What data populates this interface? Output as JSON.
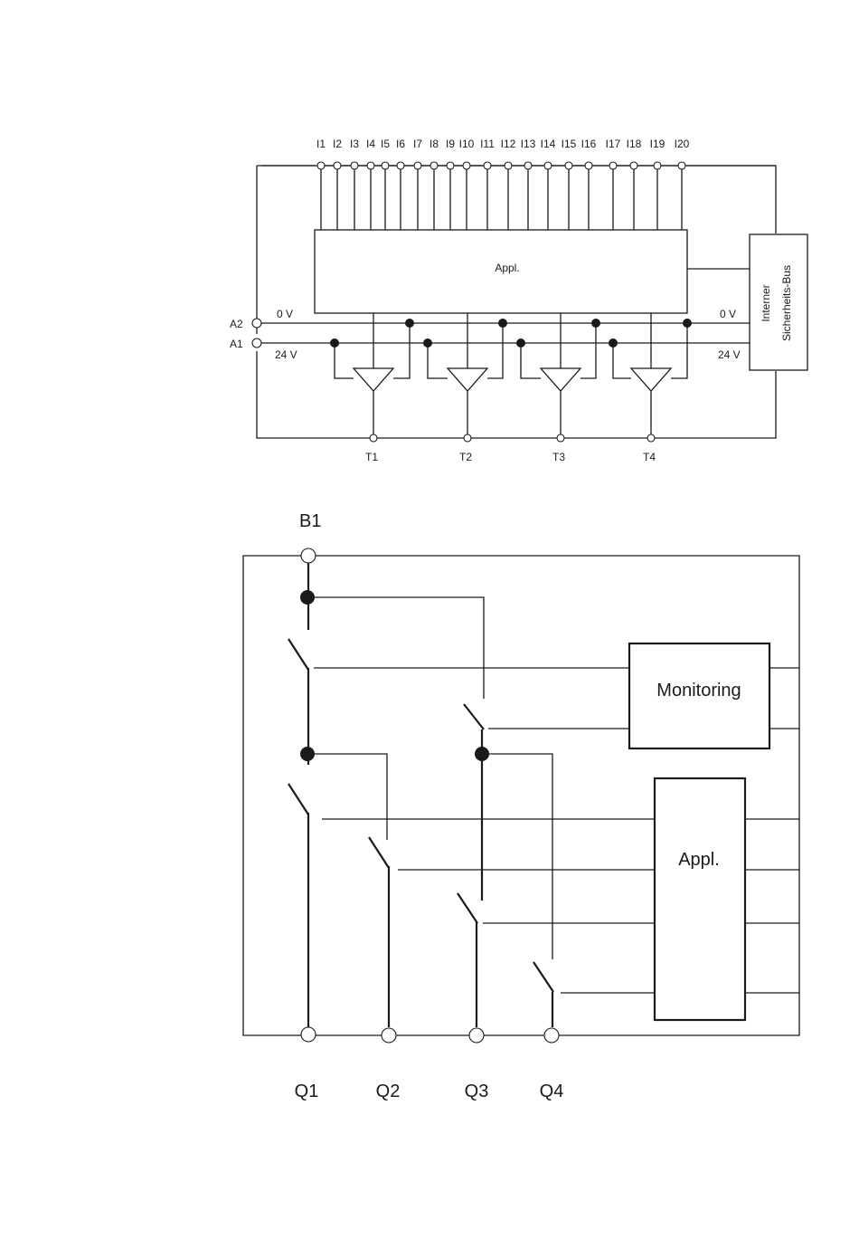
{
  "top_diagram": {
    "inputs": [
      "I1",
      "I2",
      "I3",
      "I4",
      "I5",
      "I6",
      "I7",
      "I8",
      "I9",
      "I10",
      "I11",
      "I12",
      "I13",
      "I14",
      "I15",
      "I16",
      "I17",
      "I18",
      "I19",
      "I20"
    ],
    "appl_label": "Appl.",
    "bus_label_line1": "Interner",
    "bus_label_line2": "Sicherheits-Bus",
    "a2_label": "A2",
    "a1_label": "A1",
    "zero_v_left": "0 V",
    "zero_v_right": "0 V",
    "v24_left": "24 V",
    "v24_right": "24 V",
    "outputs": [
      "T1",
      "T2",
      "T3",
      "T4"
    ]
  },
  "bottom_diagram": {
    "b1_label": "B1",
    "monitoring_label": "Monitoring",
    "appl_label": "Appl.",
    "outputs": [
      "Q1",
      "Q2",
      "Q3",
      "Q4"
    ]
  }
}
